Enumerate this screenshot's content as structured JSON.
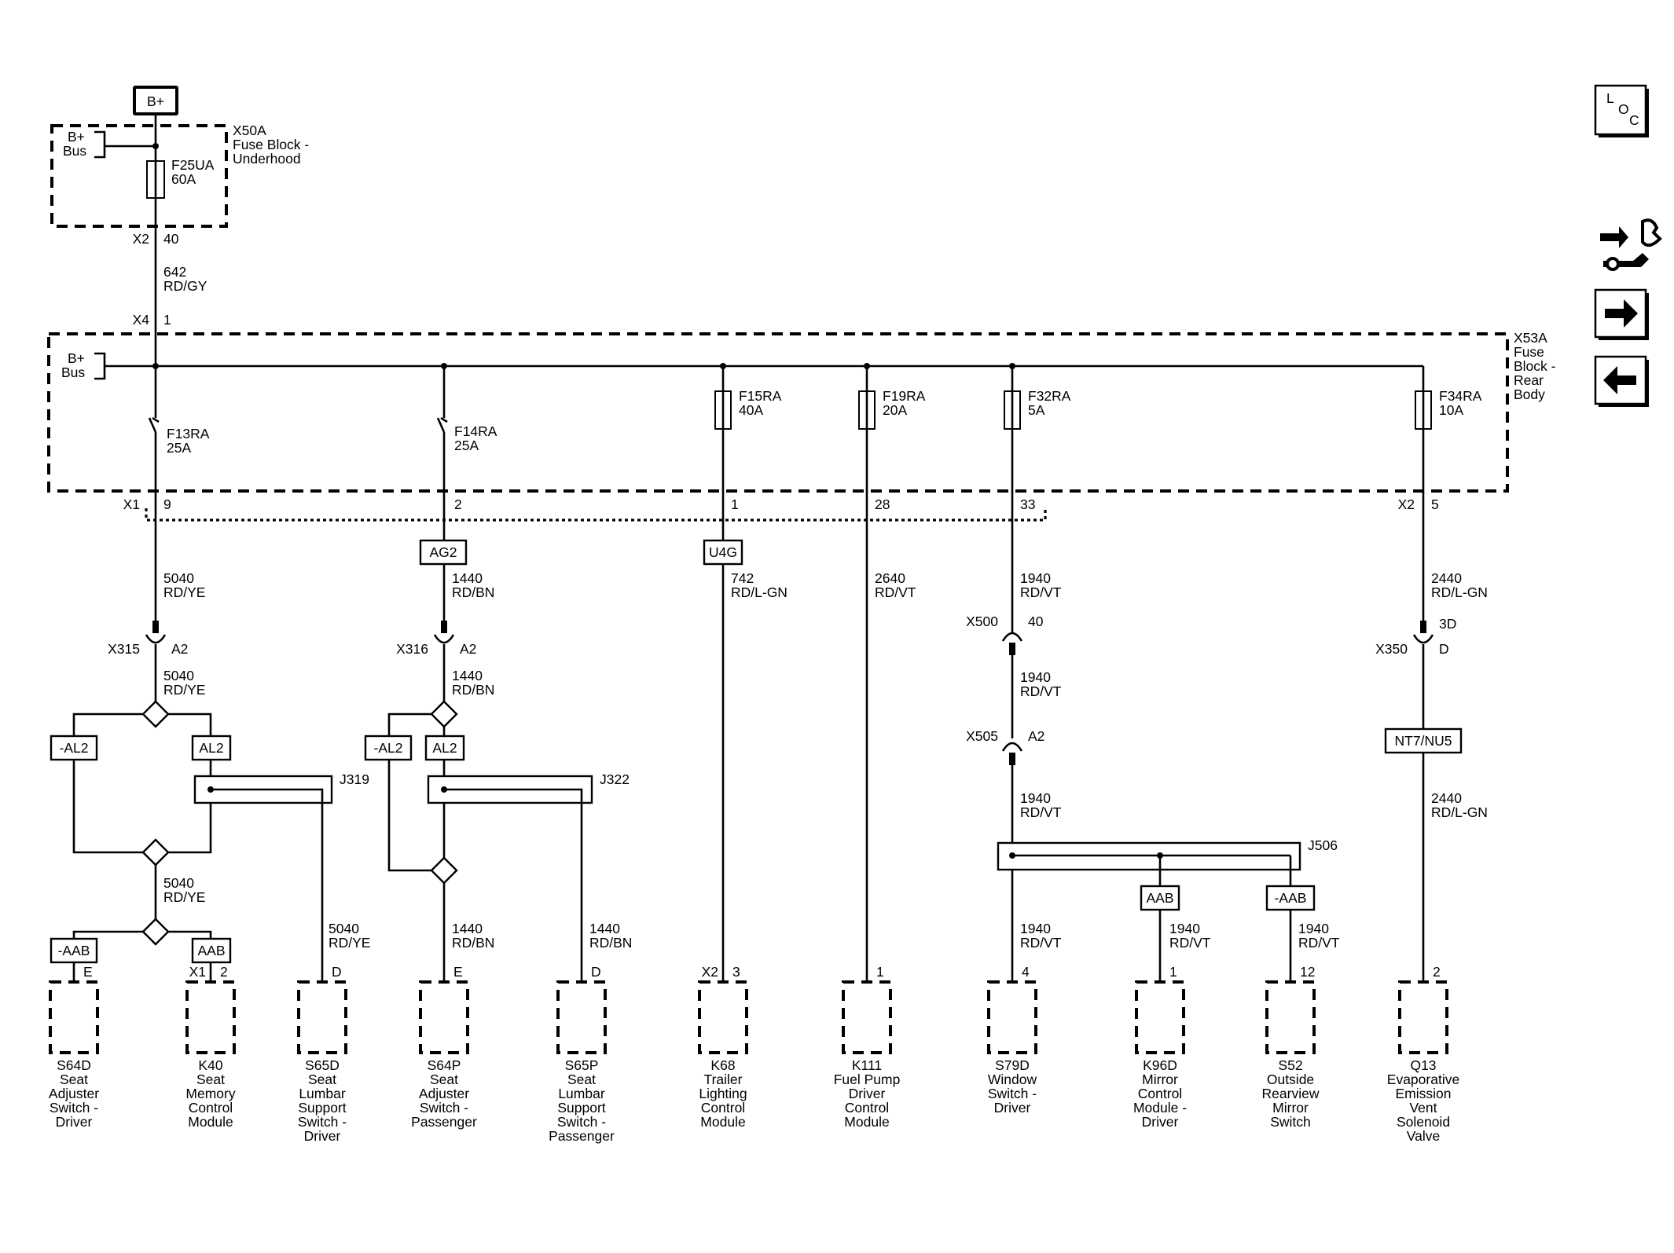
{
  "power": {
    "source_label": "B+"
  },
  "fuse_blocks": {
    "underhood": {
      "name": "X50A",
      "line1": "Fuse Block -",
      "line2": "Underhood",
      "bus_top": "B+",
      "bus_bottom": "Bus"
    },
    "rear_body": {
      "name": "X53A",
      "line1": "Fuse",
      "line2": "Block -",
      "line3": "Rear",
      "line4": "Body",
      "bus_top": "B+",
      "bus_bottom": "Bus"
    }
  },
  "fuses": {
    "f25ua": {
      "name": "F25UA",
      "rating": "60A"
    },
    "f13ra": {
      "name": "F13RA",
      "rating": "25A"
    },
    "f14ra": {
      "name": "F14RA",
      "rating": "25A"
    },
    "f15ra": {
      "name": "F15RA",
      "rating": "40A"
    },
    "f19ra": {
      "name": "F19RA",
      "rating": "20A"
    },
    "f32ra": {
      "name": "F32RA",
      "rating": "5A"
    },
    "f34ra": {
      "name": "F34RA",
      "rating": "10A"
    }
  },
  "pins": {
    "x2_40_conn": "X2",
    "x2_40_pin": "40",
    "x4_1_conn": "X4",
    "x4_1_pin": "1",
    "x1_9_conn": "X1",
    "x1_9_pin": "9",
    "p2": "2",
    "p1": "1",
    "p28": "28",
    "p33": "33",
    "x2_5_conn": "X2",
    "x2_5_pin": "5"
  },
  "wires": {
    "w642": {
      "circuit": "642",
      "color": "RD/GY"
    },
    "w5040a": {
      "circuit": "5040",
      "color": "RD/YE"
    },
    "w5040b": {
      "circuit": "5040",
      "color": "RD/YE"
    },
    "w5040c": {
      "circuit": "5040",
      "color": "RD/YE"
    },
    "w5040d": {
      "circuit": "5040",
      "color": "RD/YE"
    },
    "w1440a": {
      "circuit": "1440",
      "color": "RD/BN"
    },
    "w1440b": {
      "circuit": "1440",
      "color": "RD/BN"
    },
    "w1440c": {
      "circuit": "1440",
      "color": "RD/BN"
    },
    "w1440d": {
      "circuit": "1440",
      "color": "RD/BN"
    },
    "w742": {
      "circuit": "742",
      "color": "RD/L-GN"
    },
    "w2640": {
      "circuit": "2640",
      "color": "RD/VT"
    },
    "w1940a": {
      "circuit": "1940",
      "color": "RD/VT"
    },
    "w1940b": {
      "circuit": "1940",
      "color": "RD/VT"
    },
    "w1940c": {
      "circuit": "1940",
      "color": "RD/VT"
    },
    "w1940d": {
      "circuit": "1940",
      "color": "RD/VT"
    },
    "w1940e": {
      "circuit": "1940",
      "color": "RD/VT"
    },
    "w1940f": {
      "circuit": "1940",
      "color": "RD/VT"
    },
    "w2440a": {
      "circuit": "2440",
      "color": "RD/L-GN"
    },
    "w2440b": {
      "circuit": "2440",
      "color": "RD/L-GN"
    }
  },
  "option_codes": {
    "ag2": "AG2",
    "u4g": "U4G",
    "al2_neg_l": "-AL2",
    "al2_l": "AL2",
    "al2_neg_r": "-AL2",
    "al2_r": "AL2",
    "aab_neg_l": "-AAB",
    "aab_l": "AAB",
    "aab_c": "AAB",
    "aab_neg_c": "-AAB",
    "nt7": "NT7/NU5"
  },
  "inline_connectors": {
    "x315": {
      "name": "X315",
      "pin": "A2"
    },
    "x316": {
      "name": "X316",
      "pin": "A2"
    },
    "x500": {
      "name": "X500",
      "pin": "40"
    },
    "x505": {
      "name": "X505",
      "pin": "A2"
    },
    "x350": {
      "name": "X350",
      "pin_top": "3D",
      "pin": "D"
    }
  },
  "splices": {
    "j319": "J319",
    "j322": "J322",
    "j506": "J506"
  },
  "components": [
    {
      "pin_conn": "",
      "pin": "E",
      "lines": [
        "S64D",
        "Seat",
        "Adjuster",
        "Switch -",
        "Driver"
      ]
    },
    {
      "pin_conn": "X1",
      "pin": "2",
      "lines": [
        "K40",
        "Seat",
        "Memory",
        "Control",
        "Module"
      ]
    },
    {
      "pin_conn": "",
      "pin": "D",
      "lines": [
        "S65D",
        "Seat",
        "Lumbar",
        "Support",
        "Switch -",
        "Driver"
      ]
    },
    {
      "pin_conn": "",
      "pin": "E",
      "lines": [
        "S64P",
        "Seat",
        "Adjuster",
        "Switch -",
        "Passenger"
      ]
    },
    {
      "pin_conn": "",
      "pin": "D",
      "lines": [
        "S65P",
        "Seat",
        "Lumbar",
        "Support",
        "Switch -",
        "Passenger"
      ]
    },
    {
      "pin_conn": "X2",
      "pin": "3",
      "lines": [
        "K68",
        "Trailer",
        "Lighting",
        "Control",
        "Module"
      ]
    },
    {
      "pin_conn": "",
      "pin": "1",
      "lines": [
        "K111",
        "Fuel Pump",
        "Driver",
        "Control",
        "Module"
      ]
    },
    {
      "pin_conn": "",
      "pin": "4",
      "lines": [
        "S79D",
        "Window",
        "Switch -",
        "Driver"
      ]
    },
    {
      "pin_conn": "",
      "pin": "1",
      "lines": [
        "K96D",
        "Mirror",
        "Control",
        "Module -",
        "Driver"
      ]
    },
    {
      "pin_conn": "",
      "pin": "12",
      "lines": [
        "S52",
        "Outside",
        "Rearview",
        "Mirror",
        "Switch"
      ]
    },
    {
      "pin_conn": "",
      "pin": "2",
      "lines": [
        "Q13",
        "Evaporative",
        "Emission",
        "Vent",
        "Solenoid",
        "Valve"
      ]
    }
  ],
  "nav": {
    "loc_l": "L",
    "loc_o": "O",
    "loc_c": "C"
  }
}
